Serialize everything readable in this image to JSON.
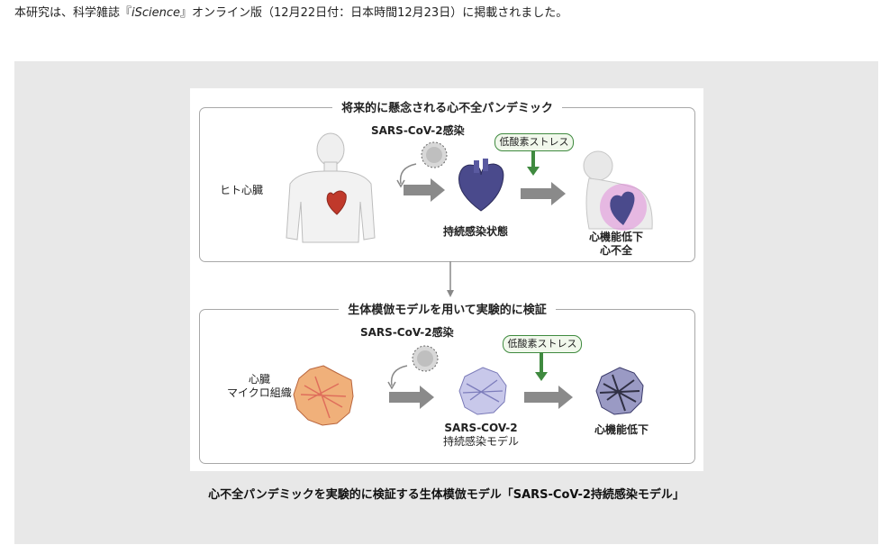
{
  "intro": {
    "before": "本研究は、科学雑誌『",
    "journal": "iScience",
    "after": "』オンライン版（12月22日付：日本時間12月23日）に掲載されました。"
  },
  "figure": {
    "top_box": {
      "title": "将来的に懸念される心不全パンデミック",
      "human_heart_label": "ヒト心臓",
      "virus_label": "SARS-CoV-2感染",
      "stress_label": "低酸素ストレス",
      "persistent_label": "持続感染状態",
      "outcome_line1": "心機能低下",
      "outcome_line2": "心不全"
    },
    "bottom_box": {
      "title": "生体模倣モデルを用いて実験的に検証",
      "tissue_line1": "心臓",
      "tissue_line2": "マイクロ組織",
      "virus_label": "SARS-CoV-2感染",
      "stress_label": "低酸素ストレス",
      "model_line1": "SARS-COV-2",
      "model_line2": "持続感染モデル",
      "outcome_label": "心機能低下"
    },
    "caption": "心不全パンデミックを実験的に検証する生体模倣モデル「SARS-CoV-2持続感染モデル」"
  },
  "colors": {
    "panel_bg": "#e8e8e8",
    "arrow_gray": "#8a8a8a",
    "stress_green": "#3f8a3f",
    "heart_red": "#c0392b",
    "heart_purple": "#4a4a8c"
  }
}
